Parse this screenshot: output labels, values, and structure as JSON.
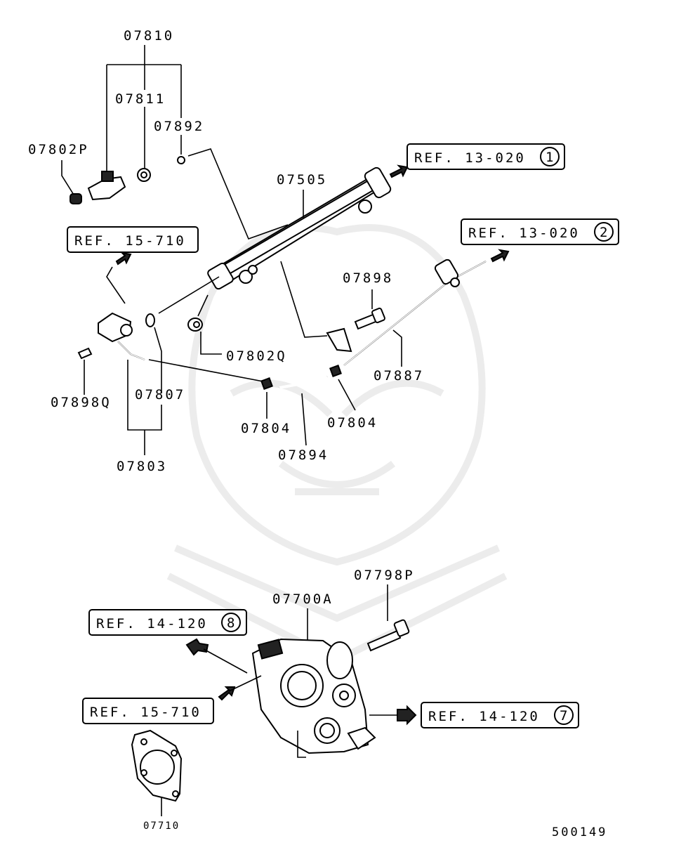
{
  "parts": {
    "p07810": "07810",
    "p07811": "07811",
    "p07892": "07892",
    "p07802P": "07802P",
    "p07505": "07505",
    "p07898": "07898",
    "p07887": "07887",
    "p07802Q": "07802Q",
    "p07898Q": "07898Q",
    "p07807": "07807",
    "p07804a": "07804",
    "p07804b": "07804",
    "p07894": "07894",
    "p07803": "07803",
    "p07798P": "07798P",
    "p07700A": "07700A",
    "p07710": "07710"
  },
  "refs": {
    "r1": {
      "text": "REF. 13-020",
      "num": "1"
    },
    "r2": {
      "text": "REF. 13-020",
      "num": "2"
    },
    "r3": {
      "text": "REF. 15-710"
    },
    "r4": {
      "text": "REF. 14-120",
      "num": "8"
    },
    "r5": {
      "text": "REF. 15-710"
    },
    "r6": {
      "text": "REF. 14-120",
      "num": "7"
    }
  },
  "diagram_id": "500149"
}
